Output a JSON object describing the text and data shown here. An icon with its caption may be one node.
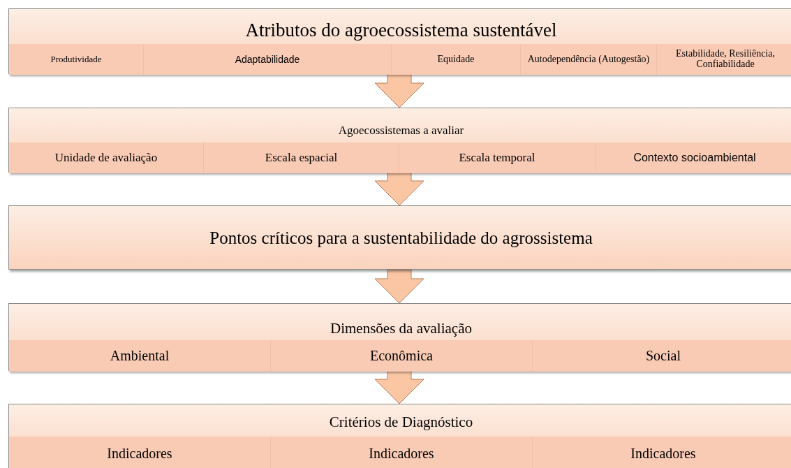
{
  "diagram": {
    "nodes": [
      {
        "text": [
          "Atributos do agroecossistema sustentável"
        ]
      },
      {
        "text": [
          "Produtividade"
        ],
        "in": 0
      },
      {
        "text": [
          "Adaptabilidade"
        ],
        "in": 0
      },
      {
        "text": [
          "Equidade"
        ],
        "in": 0
      },
      {
        "text": [
          "Autodependência (Autogestão)"
        ],
        "in": 0
      },
      {
        "text": [
          "Estabilidade, Resiliência, Confiabilidade"
        ],
        "in": 0
      },
      {
        "text": [
          "Agoecossistemas a avaliar"
        ]
      },
      {
        "text": [
          "Unidade de avaliação"
        ],
        "in": 6
      },
      {
        "text": [
          "Escala espacial"
        ],
        "in": 6
      },
      {
        "text": [
          "Escala temporal"
        ],
        "in": 6
      },
      {
        "text": [
          "Contexto socioambiental"
        ],
        "in": 6
      },
      {
        "text": [
          "Pontos críticos para a sustentabilidade do agrossistema"
        ]
      },
      {
        "text": [
          "Dimensões da avaliação"
        ]
      },
      {
        "text": [
          "Ambiental"
        ],
        "in": 12
      },
      {
        "text": [
          "Econômica"
        ],
        "in": 12
      },
      {
        "text": [
          "Social"
        ],
        "in": 12
      },
      {
        "text": [
          "Critérios de Diagnóstico"
        ]
      },
      {
        "text": [
          "Indicadores"
        ],
        "in": 16
      },
      {
        "text": [
          "Indicadores"
        ],
        "in": 16
      },
      {
        "text": [
          "Indicadores"
        ],
        "in": 16
      }
    ],
    "edges": [
      {
        "from": 0,
        "to": 6,
        "arrow": "to"
      },
      {
        "from": 6,
        "to": 11,
        "arrow": "to"
      },
      {
        "from": 11,
        "to": 12,
        "arrow": "to"
      },
      {
        "from": 12,
        "to": 16,
        "arrow": "to"
      }
    ]
  }
}
